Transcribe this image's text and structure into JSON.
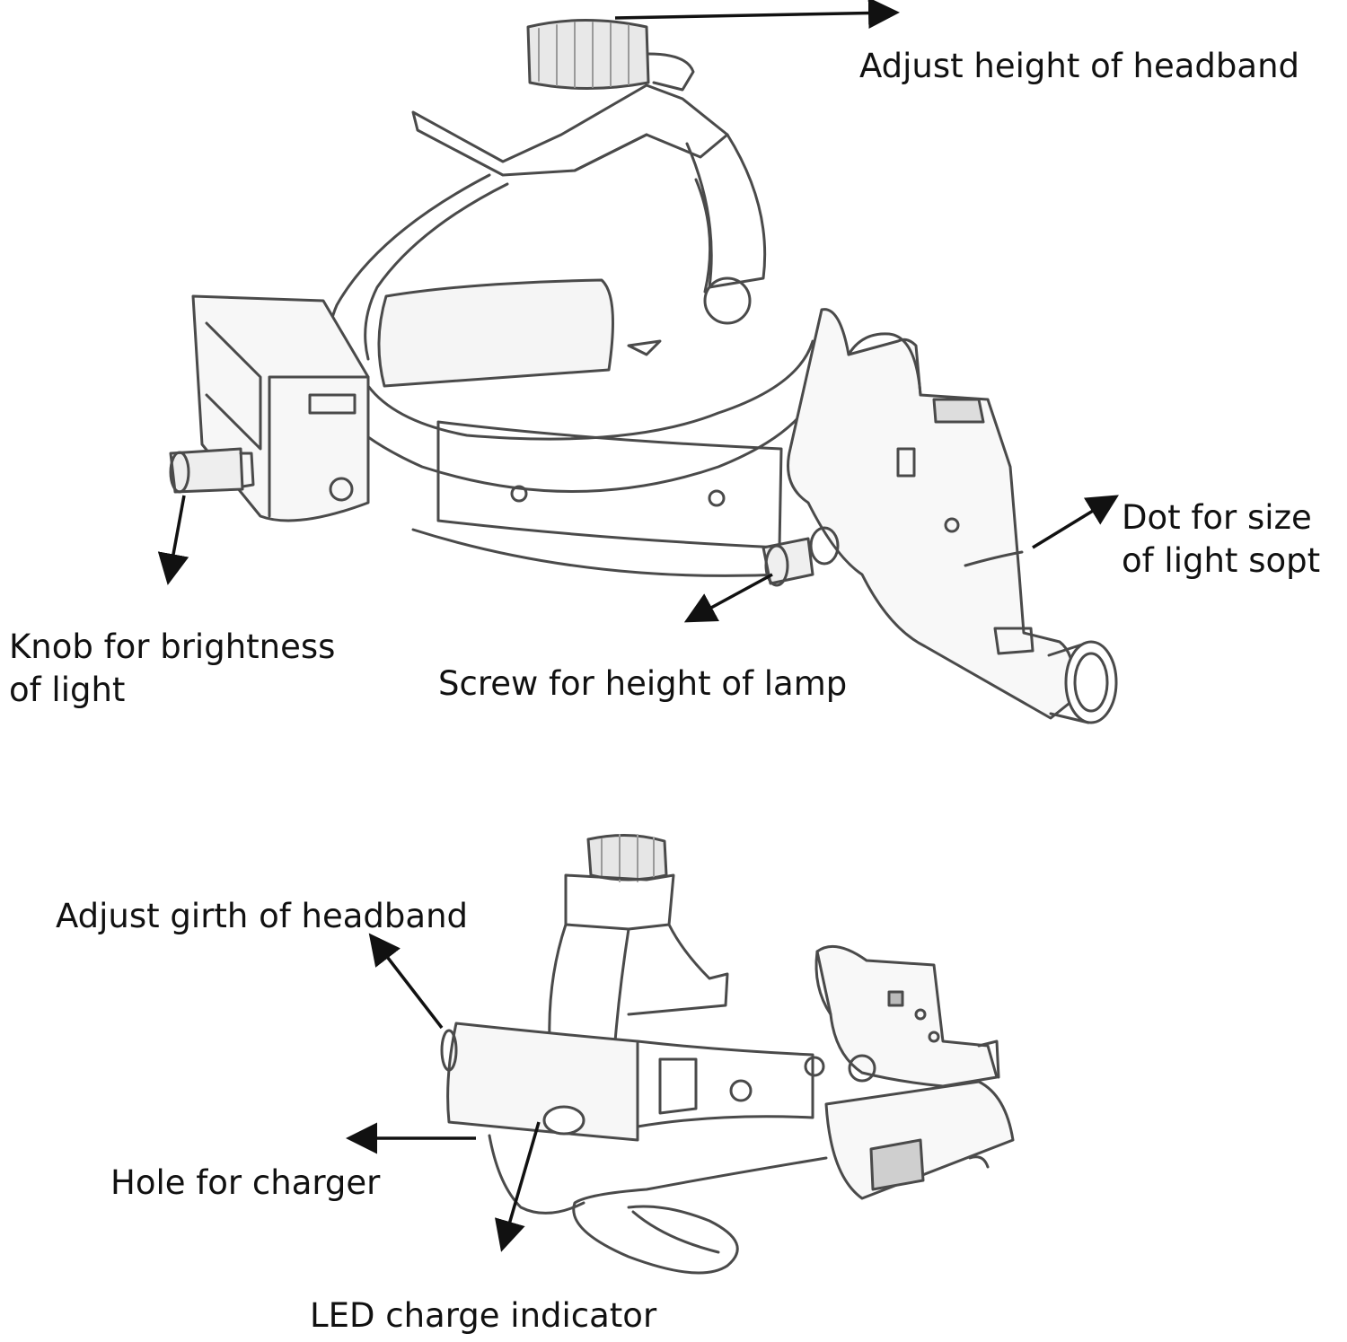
{
  "colors": {
    "ink": "#111111",
    "sketch": "#4a4a4a",
    "background": "#ffffff"
  },
  "labels": {
    "adjust_height": "Adjust height of headband",
    "dot_size_line1": "Dot for size",
    "dot_size_line2": "of light sopt",
    "knob_line1": "Knob for brightness",
    "knob_line2": "of light",
    "screw": "Screw for height of lamp",
    "adjust_girth": "Adjust girth of headband",
    "hole_charger": "Hole for charger",
    "led_indicator": "LED charge indicator"
  }
}
